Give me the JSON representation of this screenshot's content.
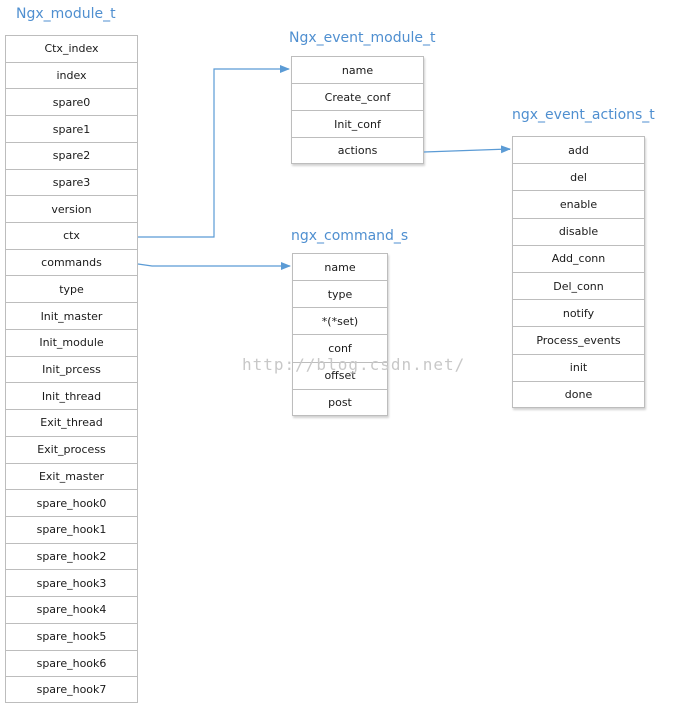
{
  "structs": {
    "ngx_module_t": {
      "title": "Ngx_module_t",
      "fields": [
        "Ctx_index",
        "index",
        "spare0",
        "spare1",
        "spare2",
        "spare3",
        "version",
        "ctx",
        "commands",
        "type",
        "Init_master",
        "Init_module",
        "Init_prcess",
        "Init_thread",
        "Exit_thread",
        "Exit_process",
        "Exit_master",
        "spare_hook0",
        "spare_hook1",
        "spare_hook2",
        "spare_hook3",
        "spare_hook4",
        "spare_hook5",
        "spare_hook6",
        "spare_hook7"
      ]
    },
    "ngx_event_module_t": {
      "title": "Ngx_event_module_t",
      "fields": [
        "name",
        "Create_conf",
        "Init_conf",
        "actions"
      ]
    },
    "ngx_command_s": {
      "title": "ngx_command_s",
      "fields": [
        "name",
        "type",
        "*(*set)",
        "conf",
        "offset",
        "post"
      ]
    },
    "ngx_event_actions_t": {
      "title": "ngx_event_actions_t",
      "fields": [
        "add",
        "del",
        "enable",
        "disable",
        "Add_conn",
        "Del_conn",
        "notify",
        "Process_events",
        "init",
        "done"
      ]
    }
  },
  "watermark": "http://blog.csdn.net/",
  "colors": {
    "title": "#4f8fd0",
    "arrow": "#5b9bd5",
    "border": "#bdbdbd"
  }
}
